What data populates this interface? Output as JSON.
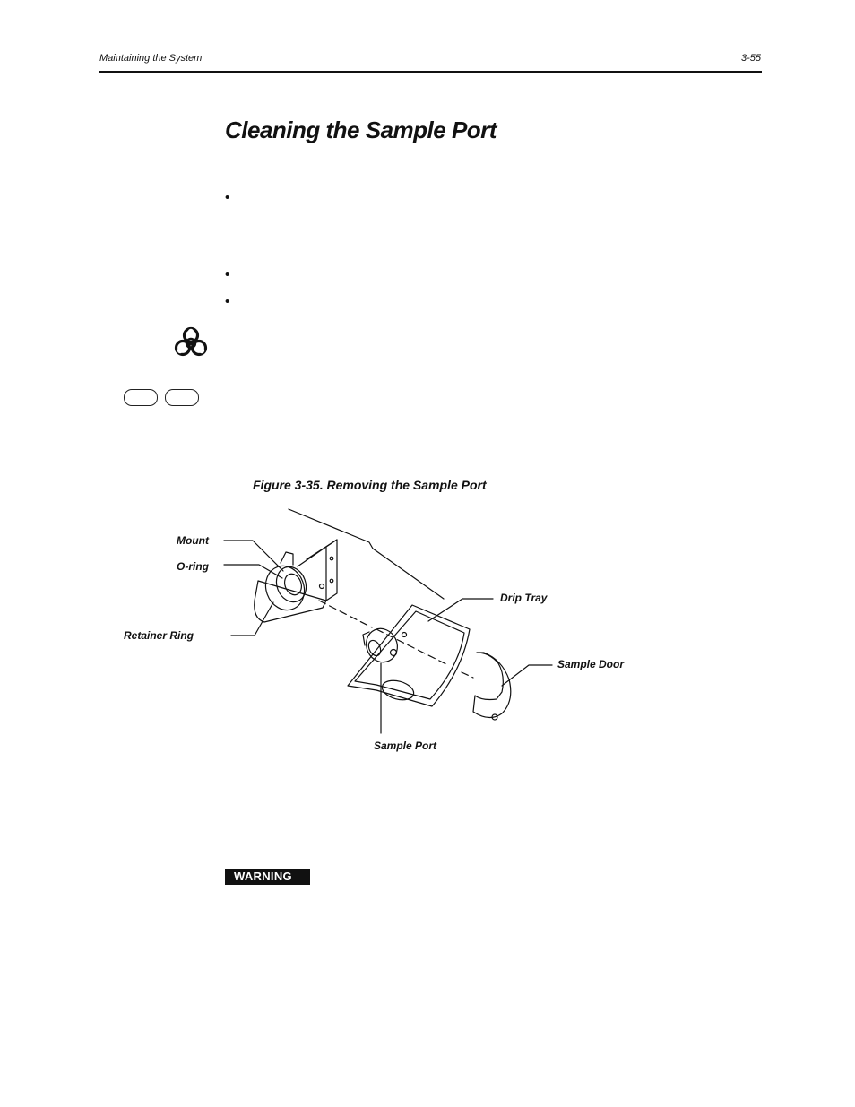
{
  "header": {
    "running_head": "Maintaining the System",
    "page_number": "3-55"
  },
  "section": {
    "title": "Cleaning the Sample Port"
  },
  "bullets": [
    "•",
    "•",
    "•"
  ],
  "icons": [
    "biohazard-icon"
  ],
  "figure": {
    "caption": "Figure 3-35.  Removing the Sample Port",
    "callouts": {
      "mount": "Mount",
      "o_ring": "O-ring",
      "retainer_ring": "Retainer Ring",
      "drip_tray": "Drip Tray",
      "sample_door": "Sample Door",
      "sample_port": "Sample Port"
    }
  },
  "warning": {
    "label": "WARNING"
  }
}
